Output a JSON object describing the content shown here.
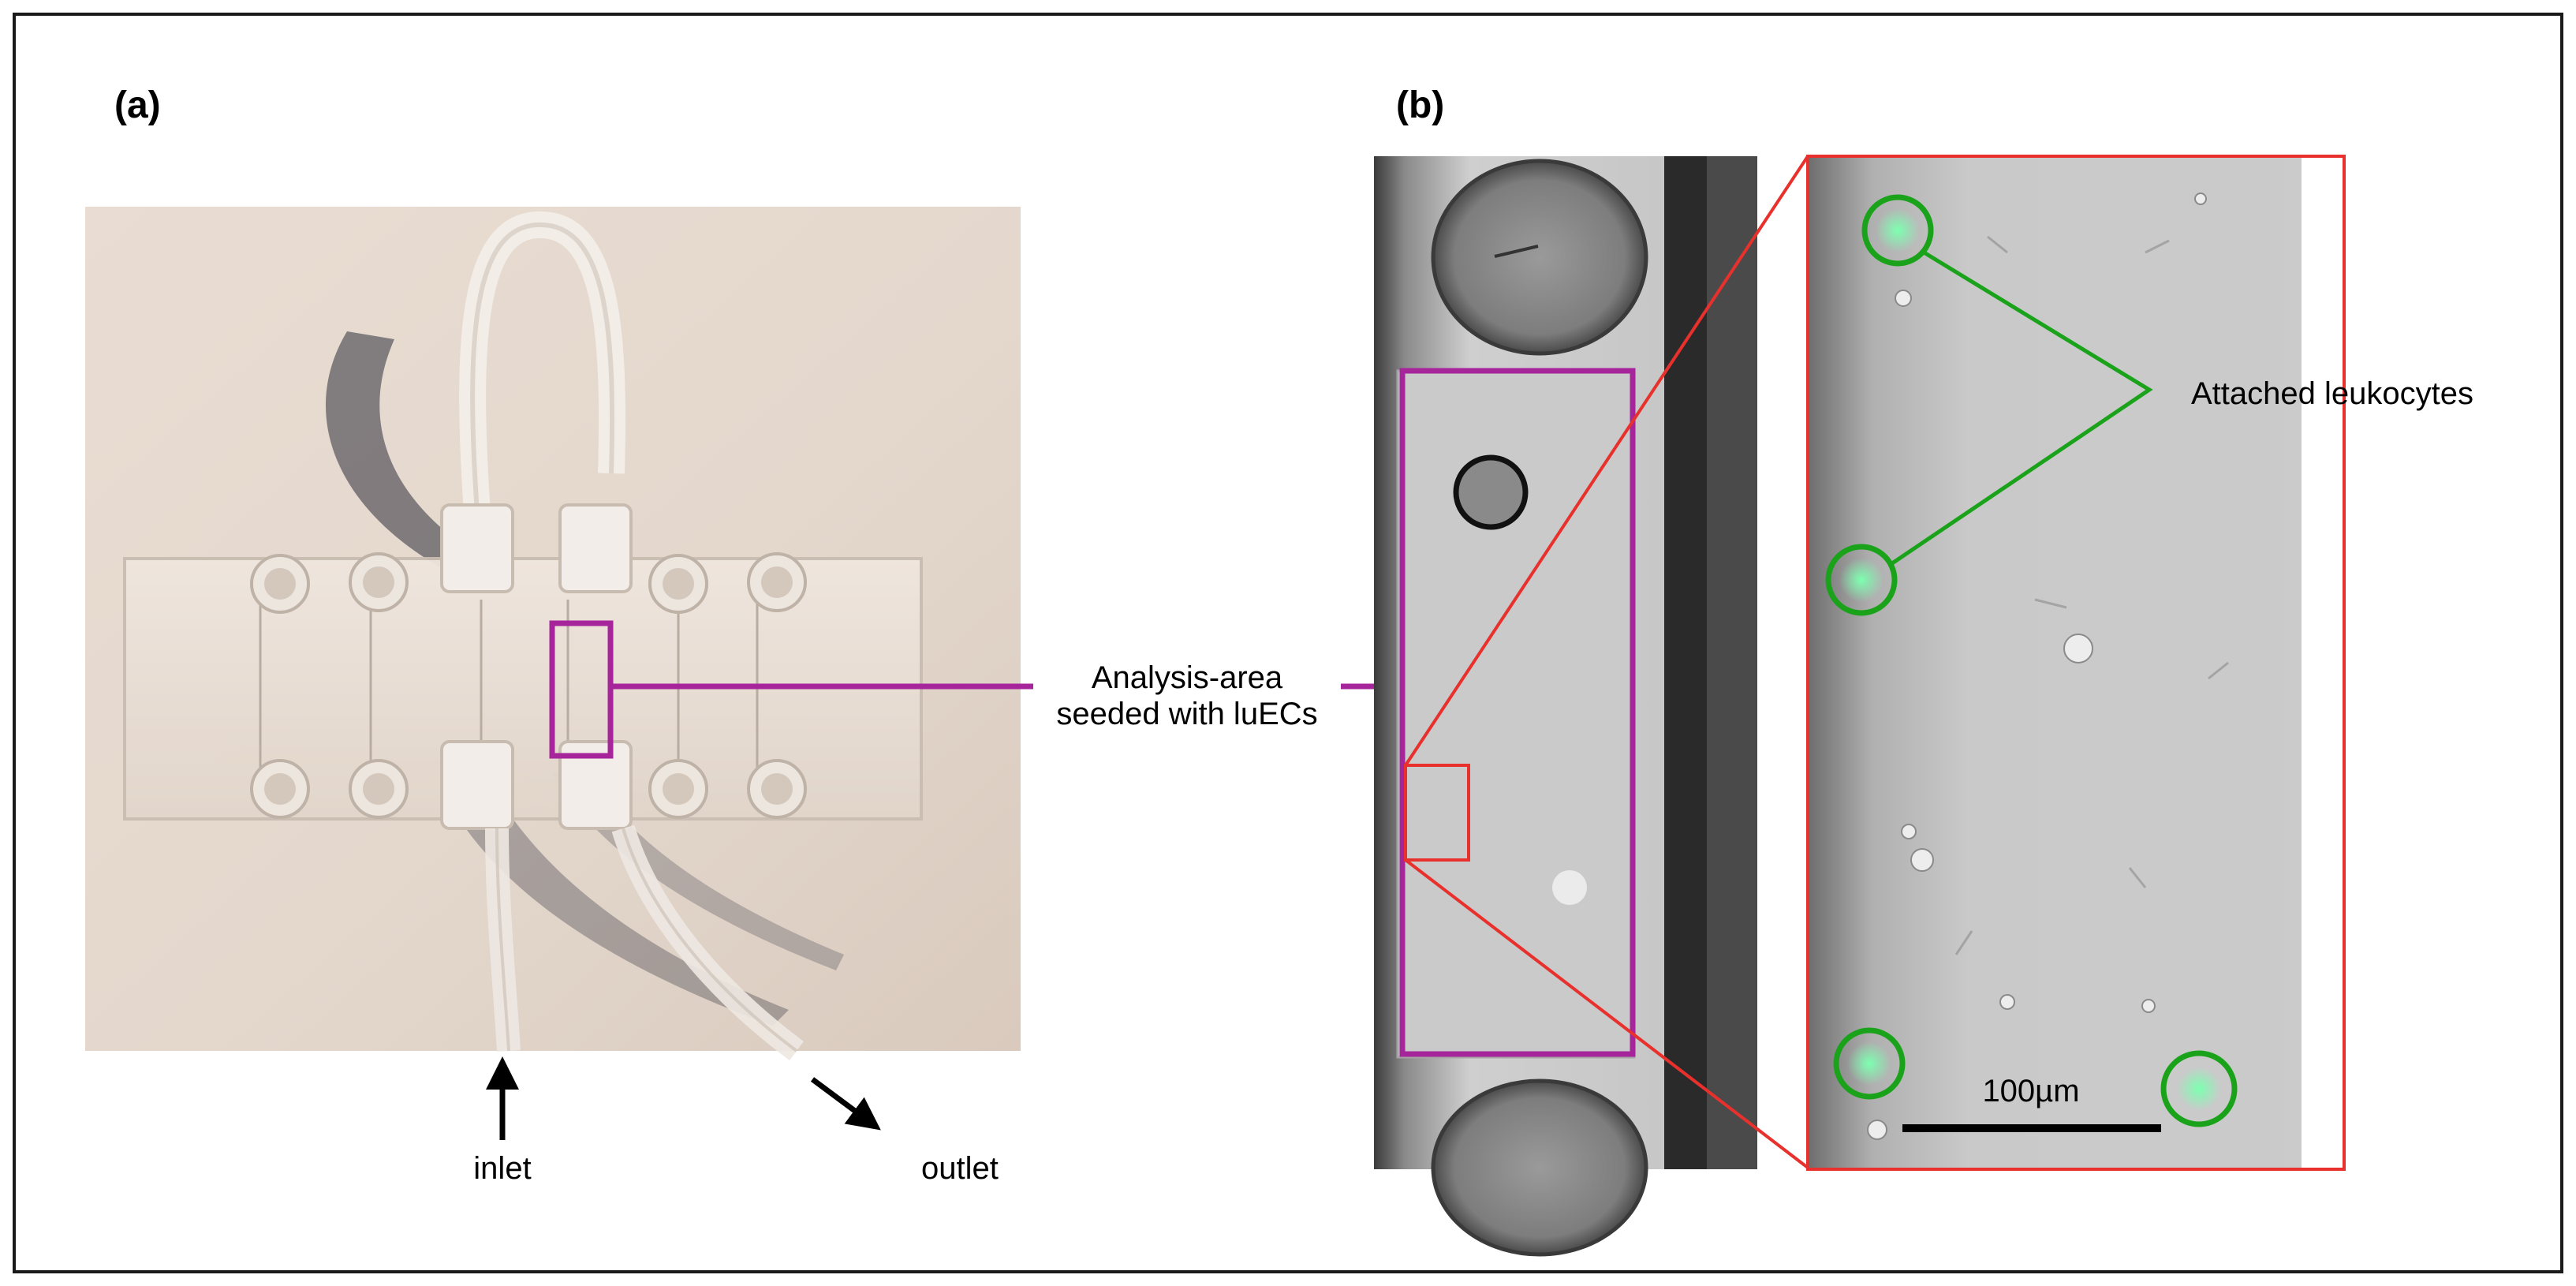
{
  "panels": {
    "a": {
      "label": "(a)"
    },
    "b": {
      "label": "(b)"
    }
  },
  "annotations": {
    "inlet": "inlet",
    "outlet": "outlet",
    "analysis_area_line1": "Analysis-area",
    "analysis_area_line2": "seeded with luECs",
    "attached_leukocytes": "Attached leukocytes",
    "scale_bar": "100µm"
  },
  "colors": {
    "frame": "#1a1a1a",
    "highlight_magenta": "#a6259b",
    "zoom_red": "#e8302c",
    "leukocyte_green": "#1aa31a"
  }
}
